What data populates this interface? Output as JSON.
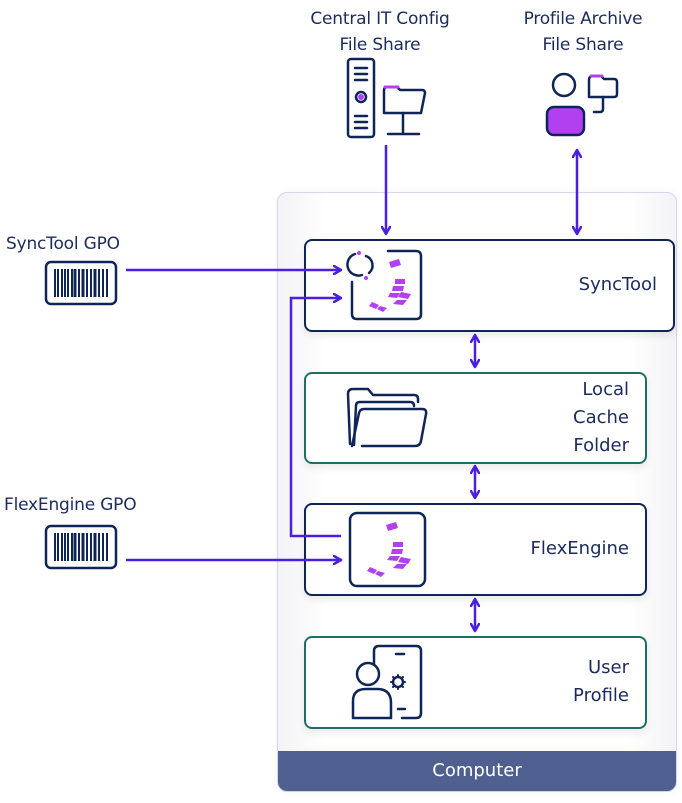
{
  "sources": {
    "central_it": {
      "label_line1": "Central IT Config",
      "label_line2": "File Share",
      "icon": "server-folder-icon"
    },
    "profile_archive": {
      "label_line1": "Profile Archive",
      "label_line2": "File Share",
      "icon": "user-folder-icon"
    }
  },
  "gpos": {
    "synctool": {
      "label": "SyncTool GPO",
      "icon": "barcode-icon"
    },
    "flexengine": {
      "label": "FlexEngine GPO",
      "icon": "barcode-icon"
    }
  },
  "computer": {
    "title": "Computer",
    "components": [
      {
        "id": "synctool",
        "label": "SyncTool",
        "icon": "synctool-icon"
      },
      {
        "id": "local-cache",
        "label_lines": [
          "Local",
          "Cache",
          "Folder"
        ],
        "icon": "open-folder-icon"
      },
      {
        "id": "flexengine",
        "label": "FlexEngine",
        "icon": "flexengine-icon"
      },
      {
        "id": "user-profile",
        "label_lines": [
          "User",
          "Profile"
        ],
        "icon": "user-device-settings-icon"
      }
    ]
  },
  "colors": {
    "arrow": "#4a1fe0",
    "navy": "#0f2557",
    "teal": "#1e6e68",
    "accent": "#b23ff0",
    "footer": "#4f5f90"
  }
}
